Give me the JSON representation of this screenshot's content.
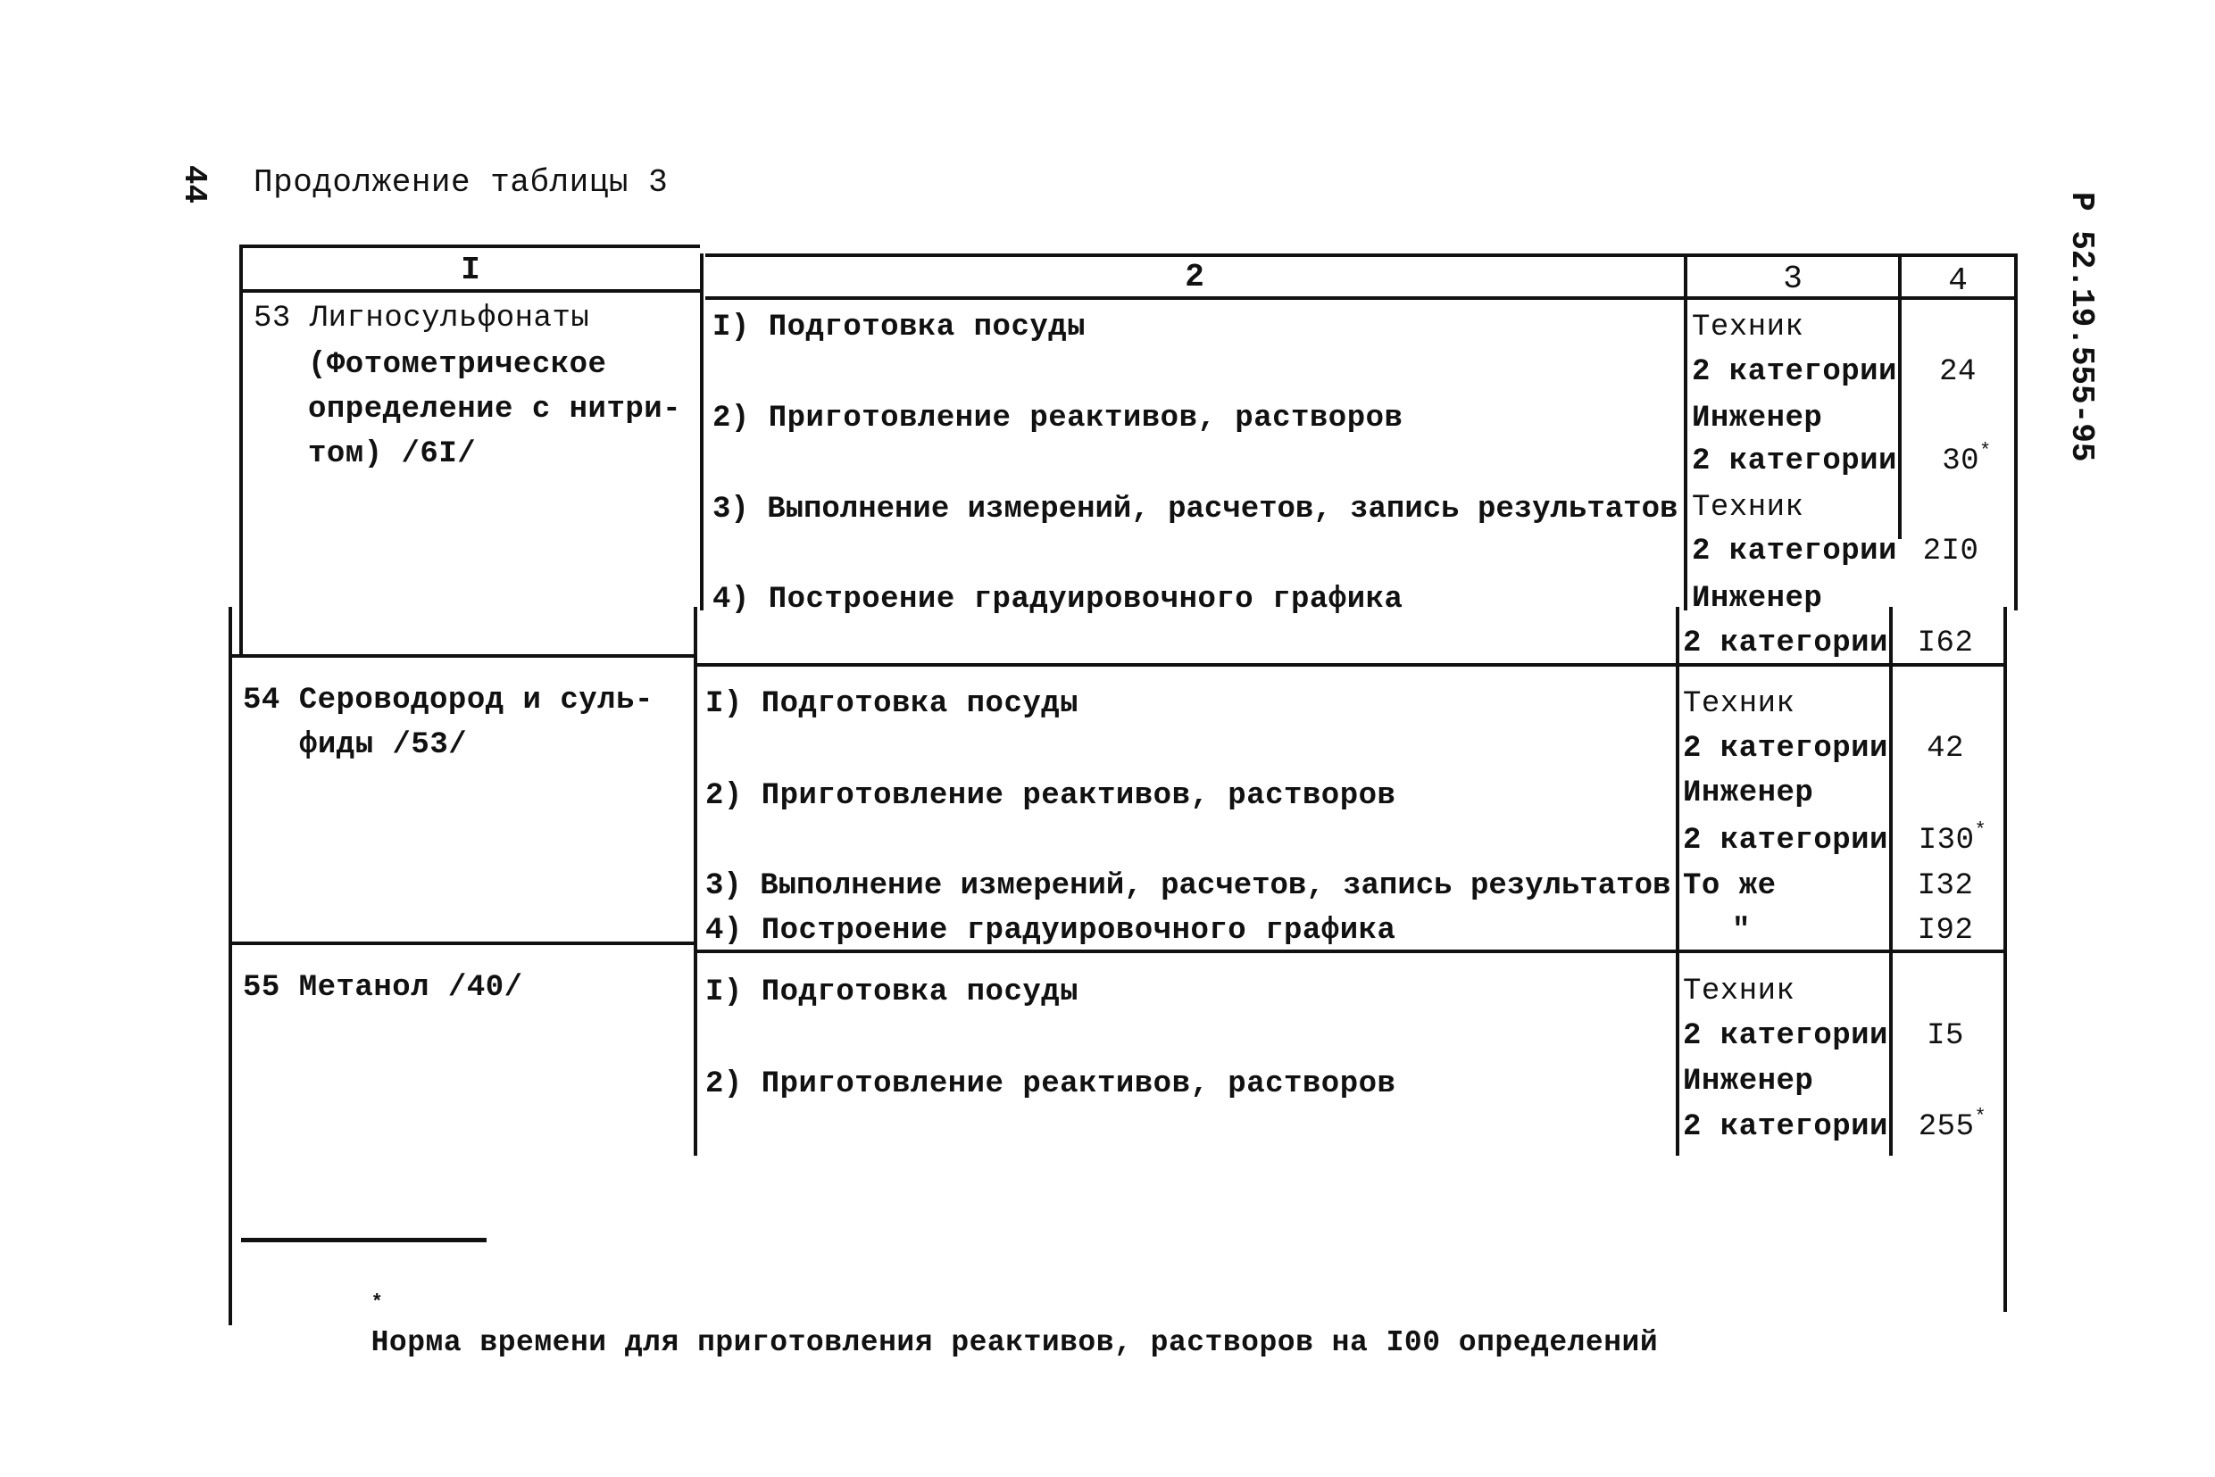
{
  "page": {
    "page_number": "44",
    "caption": "Продолжение таблицы 3",
    "document_code": "Р 52.19.555-95"
  },
  "table": {
    "headers": [
      "I",
      "2",
      "3",
      "4"
    ],
    "rows": [
      {
        "item": "53",
        "name_lines": [
          "53 Лигносульфонаты",
          "(Фотометрическое",
          "определение с нитри-",
          "том) /6I/"
        ],
        "operations": [
          {
            "label": "I) Подготовка посуды",
            "performer": [
              "Техник",
              "2 категории"
            ],
            "value": "24",
            "starred": false
          },
          {
            "label": "2) Приготовление реактивов, растворов",
            "performer": [
              "Инженер",
              "2 категории"
            ],
            "value": "30",
            "starred": true
          },
          {
            "label": "3) Выполнение измерений, расчетов, запись результатов",
            "performer": [
              "Техник",
              "2 категории"
            ],
            "value": "2I0",
            "starred": false
          },
          {
            "label": "4) Построение градуировочного графика",
            "performer": [
              "Инженер",
              "2 категории"
            ],
            "value": "I62",
            "starred": false
          }
        ]
      },
      {
        "item": "54",
        "name_lines": [
          "54 Сероводород и суль-",
          "фиды /53/"
        ],
        "operations": [
          {
            "label": "I) Подготовка посуды",
            "performer": [
              "Техник",
              "2 категории"
            ],
            "value": "42",
            "starred": false
          },
          {
            "label": "2) Приготовление реактивов, растворов",
            "performer": [
              "Инженер",
              "2 категории"
            ],
            "value": "I30",
            "starred": true
          },
          {
            "label": "3) Выполнение измерений, расчетов, запись результатов",
            "performer": [
              "То же"
            ],
            "value": "I32",
            "starred": false
          },
          {
            "label": "4) Построение градуировочного графика",
            "performer": [
              "\""
            ],
            "value": "I92",
            "starred": false
          }
        ]
      },
      {
        "item": "55",
        "name_lines": [
          "55 Метанол /40/"
        ],
        "operations": [
          {
            "label": "I) Подготовка посуды",
            "performer": [
              "Техник",
              "2 категории"
            ],
            "value": "I5",
            "starred": false
          },
          {
            "label": "2) Приготовление реактивов, растворов",
            "performer": [
              "Инженер",
              "2 категории"
            ],
            "value": "255",
            "starred": true
          }
        ]
      }
    ],
    "star_mark": "*"
  },
  "footnote": {
    "mark": "*",
    "text": "Норма времени для приготовления реактивов, растворов на I00 определений"
  }
}
